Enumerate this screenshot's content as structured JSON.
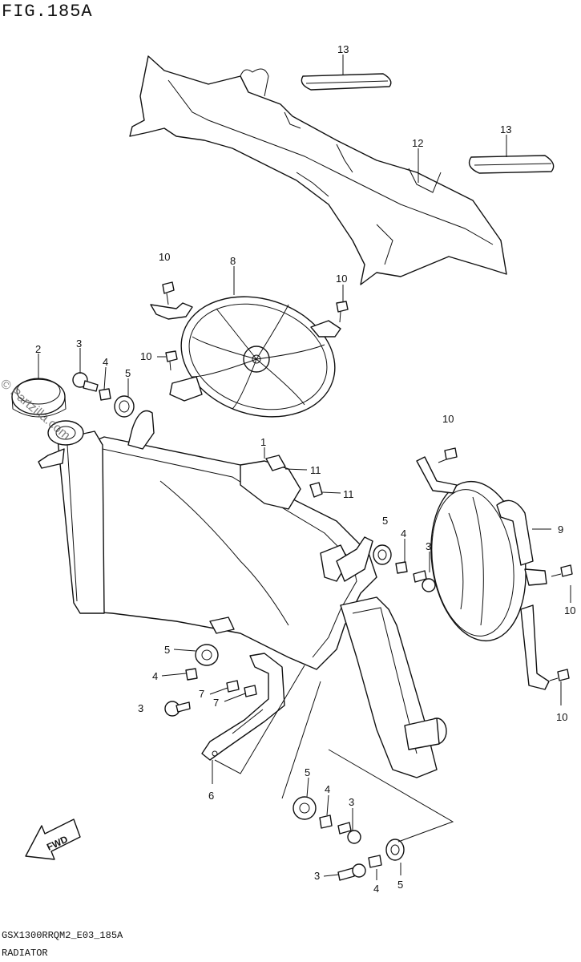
{
  "figure_title": "FIG.185A",
  "footer": {
    "model_code": "GSX1300RRQM2_E03_185A",
    "caption": "RADIATOR"
  },
  "watermark": "© Partzilla.com",
  "fwd_label": "FWD",
  "callouts": [
    {
      "id": "c13a",
      "text": "13"
    },
    {
      "id": "c13b",
      "text": "13"
    },
    {
      "id": "c12",
      "text": "12"
    },
    {
      "id": "c10a",
      "text": "10"
    },
    {
      "id": "c8",
      "text": "8"
    },
    {
      "id": "c10b",
      "text": "10"
    },
    {
      "id": "c10c",
      "text": "10"
    },
    {
      "id": "c2",
      "text": "2"
    },
    {
      "id": "c3a",
      "text": "3"
    },
    {
      "id": "c4a",
      "text": "4"
    },
    {
      "id": "c5a",
      "text": "5"
    },
    {
      "id": "c1",
      "text": "1"
    },
    {
      "id": "c11a",
      "text": "11"
    },
    {
      "id": "c11b",
      "text": "11"
    },
    {
      "id": "c10d",
      "text": "10"
    },
    {
      "id": "c9",
      "text": "9"
    },
    {
      "id": "c5b",
      "text": "5"
    },
    {
      "id": "c4b",
      "text": "4"
    },
    {
      "id": "c3b",
      "text": "3"
    },
    {
      "id": "c10e",
      "text": "10"
    },
    {
      "id": "c10f",
      "text": "10"
    },
    {
      "id": "c5c",
      "text": "5"
    },
    {
      "id": "c4c",
      "text": "4"
    },
    {
      "id": "c7a",
      "text": "7"
    },
    {
      "id": "c7b",
      "text": "7"
    },
    {
      "id": "c3c",
      "text": "3"
    },
    {
      "id": "c6",
      "text": "6"
    },
    {
      "id": "c5d",
      "text": "5"
    },
    {
      "id": "c4d",
      "text": "4"
    },
    {
      "id": "c3d",
      "text": "3"
    },
    {
      "id": "c3e",
      "text": "3"
    },
    {
      "id": "c4e",
      "text": "4"
    },
    {
      "id": "c5e",
      "text": "5"
    }
  ]
}
